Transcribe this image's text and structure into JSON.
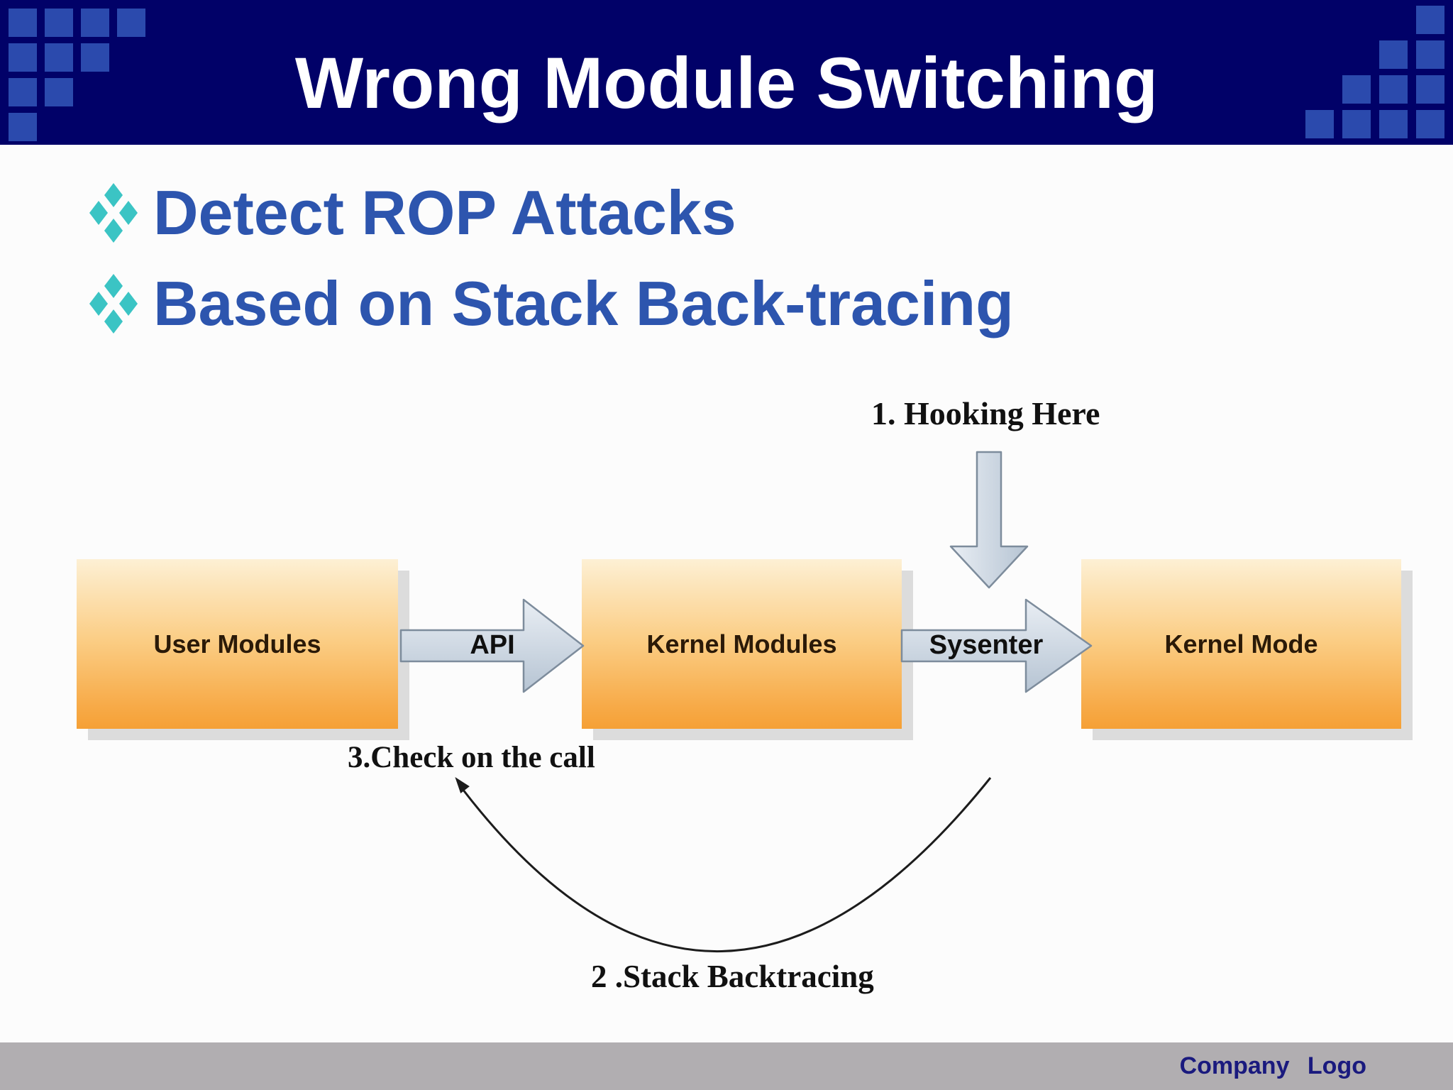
{
  "header": {
    "title": "Wrong Module Switching"
  },
  "bullets": [
    {
      "label": "Detect ROP Attacks"
    },
    {
      "label": "Based on Stack Back-tracing"
    }
  ],
  "diagram": {
    "hooking_label": "1. Hooking Here",
    "check_label": "3.Check on the call",
    "backtracing_label": "2 .Stack Backtracing",
    "boxes": [
      {
        "label": "User Modules"
      },
      {
        "label": "Kernel Modules"
      },
      {
        "label": "Kernel Mode"
      }
    ],
    "arrows": [
      {
        "label": "API"
      },
      {
        "label": "Sysenter"
      }
    ]
  },
  "footer": {
    "logo": "Company Logo"
  },
  "colors": {
    "header_bg": "#010168",
    "header_squares": "#2b4aad",
    "title_text": "#ffffff",
    "bullet_text": "#2d55ae",
    "bullet_icon_teal": "#3bc4c4",
    "box_gradient_top": "#fdf0d4",
    "box_gradient_bottom": "#f5a035",
    "box_label_text": "#2b1a08",
    "box_shadow": "#dcdcdc",
    "arrow_fill_light": "#e9eef4",
    "arrow_fill_dark": "#b6c4d3",
    "arrow_stroke": "#7d8c9c",
    "annotation_text": "#111111",
    "curve_stroke": "#1c1c1c",
    "footer_bg": "#b1aeb1",
    "footer_text": "#1a1a7e"
  }
}
